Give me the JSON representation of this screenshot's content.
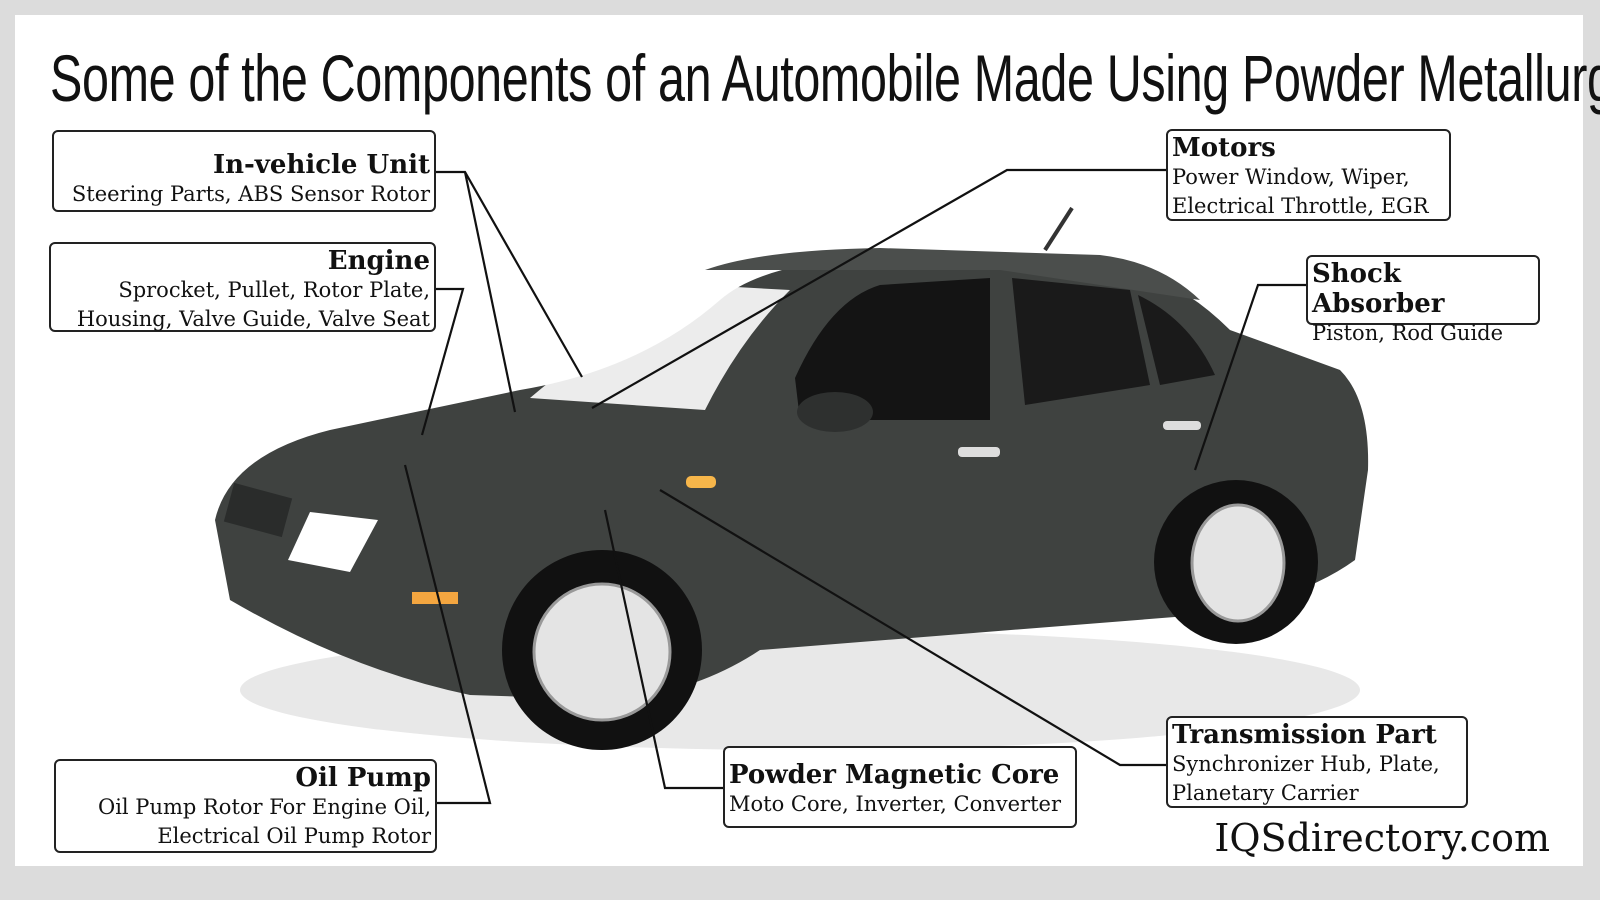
{
  "title": "Some of the Components of an Automobile Made Using Powder Metallurgy",
  "callouts": {
    "in_vehicle": {
      "heading": "In-vehicle Unit",
      "lines": [
        "Steering Parts, ABS Sensor Rotor"
      ]
    },
    "engine": {
      "heading": "Engine",
      "lines": [
        "Sprocket, Pullet, Rotor Plate,",
        "Housing, Valve Guide, Valve Seat"
      ]
    },
    "oil_pump": {
      "heading": "Oil Pump",
      "lines": [
        "Oil Pump Rotor For Engine Oil,",
        "Electrical Oil Pump Rotor"
      ]
    },
    "magnetic_core": {
      "heading": "Powder Magnetic Core",
      "lines": [
        "Moto Core, Inverter, Converter"
      ]
    },
    "transmission": {
      "heading": "Transmission Part",
      "lines": [
        "Synchronizer Hub, Plate,",
        "Planetary Carrier"
      ]
    },
    "shock": {
      "heading": "Shock Absorber",
      "lines": [
        "Piston, Rod Guide"
      ]
    },
    "motors": {
      "heading": "Motors",
      "lines": [
        "Power Window, Wiper,",
        "Electrical Throttle, EGR"
      ]
    }
  },
  "brand": "IQSdirectory.com",
  "colors": {
    "car_body": "#3f4240",
    "background": "#dcdcdc"
  }
}
